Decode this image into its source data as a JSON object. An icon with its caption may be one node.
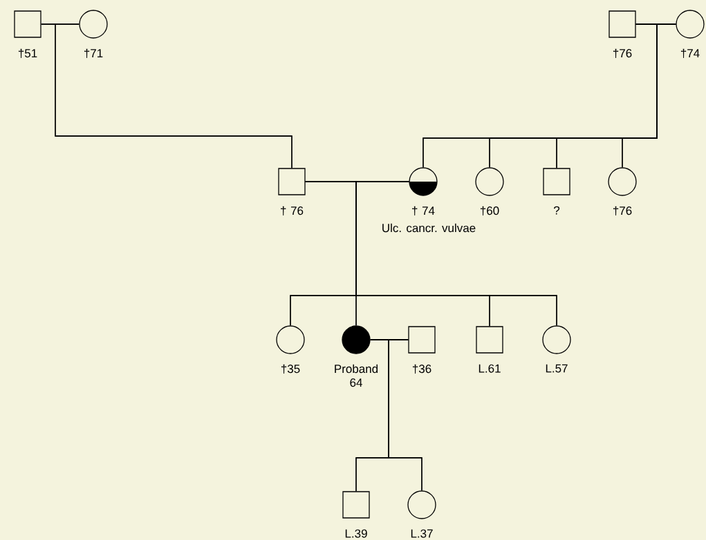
{
  "diagram": {
    "nodes": [
      {
        "text": [],
        "shape": "box",
        "beside": [
          "†51"
        ]
      },
      {
        "text": [],
        "shape": "circle",
        "beside": [
          "†71"
        ]
      },
      {
        "text": [],
        "shape": "box",
        "beside": [
          "†76"
        ]
      },
      {
        "text": [],
        "shape": "circle",
        "beside": [
          "†74"
        ]
      },
      {
        "text": [],
        "shape": "box",
        "beside": [
          "† 76"
        ]
      },
      {
        "text": [],
        "shape": "half-filled-circle",
        "beside": [
          "† 74",
          "Ulc. cancr. vulvae"
        ]
      },
      {
        "text": [],
        "shape": "circle",
        "beside": [
          "†60"
        ]
      },
      {
        "text": [],
        "shape": "box",
        "beside": [
          "?"
        ]
      },
      {
        "text": [],
        "shape": "circle",
        "beside": [
          "†76"
        ]
      },
      {
        "text": [],
        "shape": "circle",
        "beside": [
          "†35"
        ]
      },
      {
        "text": [],
        "shape": "filled-circle",
        "beside": [
          "Proband 64"
        ]
      },
      {
        "text": [],
        "shape": "box",
        "beside": [
          "†36"
        ]
      },
      {
        "text": [],
        "shape": "box",
        "beside": [
          "L.61"
        ]
      },
      {
        "text": [],
        "shape": "circle",
        "beside": [
          "L.57"
        ]
      },
      {
        "text": [],
        "shape": "box",
        "beside": [
          "L.39"
        ]
      },
      {
        "text": [],
        "shape": "circle",
        "beside": [
          "L.37"
        ]
      }
    ],
    "edges": [
      {
        "from": 0,
        "to": 1,
        "arrow": "none"
      },
      {
        "from": 0,
        "to": 4,
        "arrow": "none"
      },
      {
        "from": 1,
        "to": 4,
        "arrow": "none"
      },
      {
        "from": 2,
        "to": 3,
        "arrow": "none"
      },
      {
        "from": 2,
        "to": 5,
        "arrow": "none"
      },
      {
        "from": 3,
        "to": 5,
        "arrow": "none"
      },
      {
        "from": 2,
        "to": 6,
        "arrow": "none"
      },
      {
        "from": 3,
        "to": 6,
        "arrow": "none"
      },
      {
        "from": 2,
        "to": 7,
        "arrow": "none"
      },
      {
        "from": 3,
        "to": 7,
        "arrow": "none"
      },
      {
        "from": 2,
        "to": 8,
        "arrow": "none"
      },
      {
        "from": 3,
        "to": 8,
        "arrow": "none"
      },
      {
        "from": 4,
        "to": 5,
        "arrow": "none"
      },
      {
        "from": 4,
        "to": 9,
        "arrow": "none"
      },
      {
        "from": 5,
        "to": 9,
        "arrow": "none"
      },
      {
        "from": 4,
        "to": 10,
        "arrow": "none"
      },
      {
        "from": 5,
        "to": 10,
        "arrow": "none"
      },
      {
        "from": 4,
        "to": 12,
        "arrow": "none"
      },
      {
        "from": 5,
        "to": 12,
        "arrow": "none"
      },
      {
        "from": 4,
        "to": 13,
        "arrow": "none"
      },
      {
        "from": 5,
        "to": 13,
        "arrow": "none"
      },
      {
        "from": 10,
        "to": 11,
        "arrow": "none"
      },
      {
        "from": 10,
        "to": 14,
        "arrow": "none"
      },
      {
        "from": 11,
        "to": 14,
        "arrow": "none"
      },
      {
        "from": 10,
        "to": 15,
        "arrow": "none"
      },
      {
        "from": 11,
        "to": 15,
        "arrow": "none"
      }
    ]
  }
}
